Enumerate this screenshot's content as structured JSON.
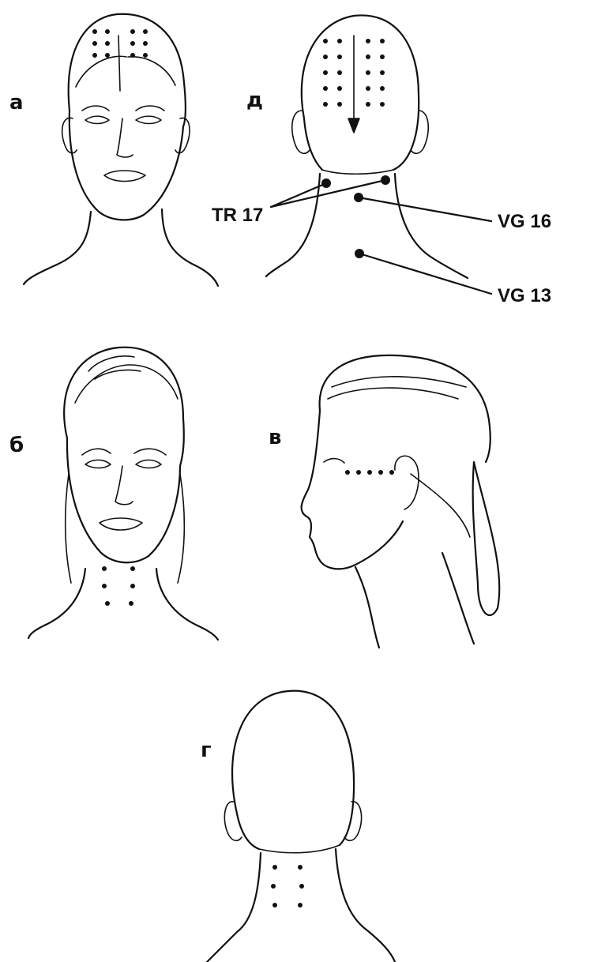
{
  "panels": {
    "a": {
      "letter": "а"
    },
    "d": {
      "letter": "д"
    },
    "b": {
      "letter": "б"
    },
    "v": {
      "letter": "в"
    },
    "g": {
      "letter": "г"
    }
  },
  "point_labels": {
    "tr17": "TR 17",
    "vg16": "VG 16",
    "vg13": "VG 13"
  }
}
